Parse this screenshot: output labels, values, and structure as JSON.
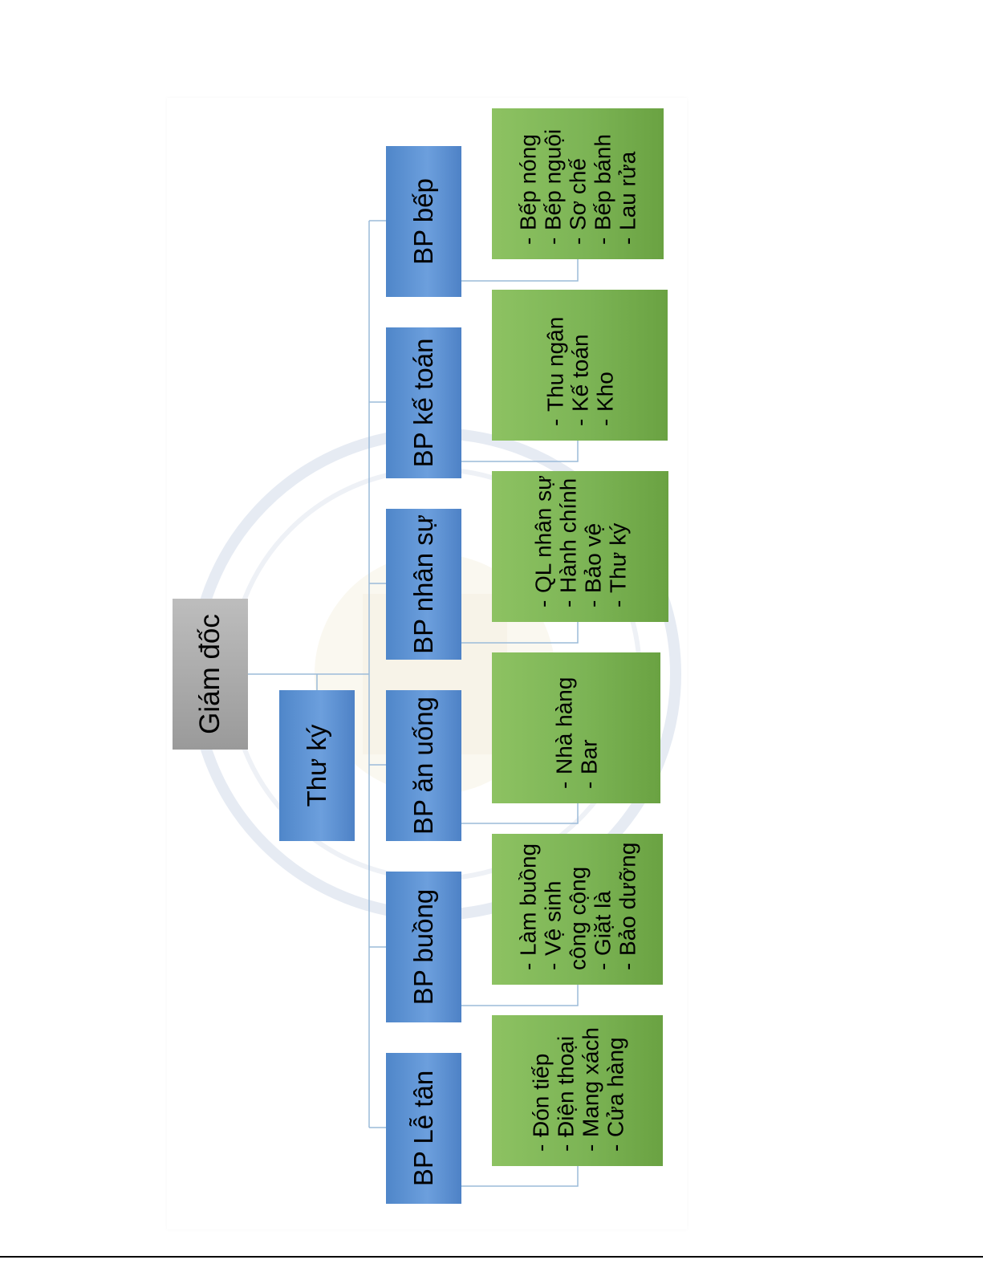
{
  "root": {
    "label": "Giám đốc"
  },
  "assistant": {
    "label": "Thư ký"
  },
  "departments": [
    {
      "name": "BP Lễ tân",
      "items": [
        "Đón tiếp",
        "Điện thoại",
        "Mang xách",
        "Cửa hàng"
      ]
    },
    {
      "name": "BP buồng",
      "items": [
        "Làm buồng",
        "Vệ sinh công cộng",
        "Giặt là",
        "Bảo dưỡng"
      ]
    },
    {
      "name": "BP ăn uống",
      "items": [
        "Nhà hàng",
        "Bar"
      ]
    },
    {
      "name": "BP nhân sự",
      "items": [
        "QL nhân sự",
        "Hành chính",
        "Bảo vệ",
        "Thư ký"
      ]
    },
    {
      "name": "BP kế toán",
      "items": [
        "Thu ngân",
        "Kế toán",
        "Kho"
      ]
    },
    {
      "name": "BP bếp",
      "items": [
        "Bếp nóng",
        "Bếp nguội",
        "Sơ chế",
        "Bếp bánh",
        "Lau rửa"
      ]
    }
  ],
  "list_marker": "-",
  "colors": {
    "root_box": "#a6a6a6",
    "department_box": "#5b8fd4",
    "task_box": "#7db456",
    "connector": "#9bbbd9"
  }
}
